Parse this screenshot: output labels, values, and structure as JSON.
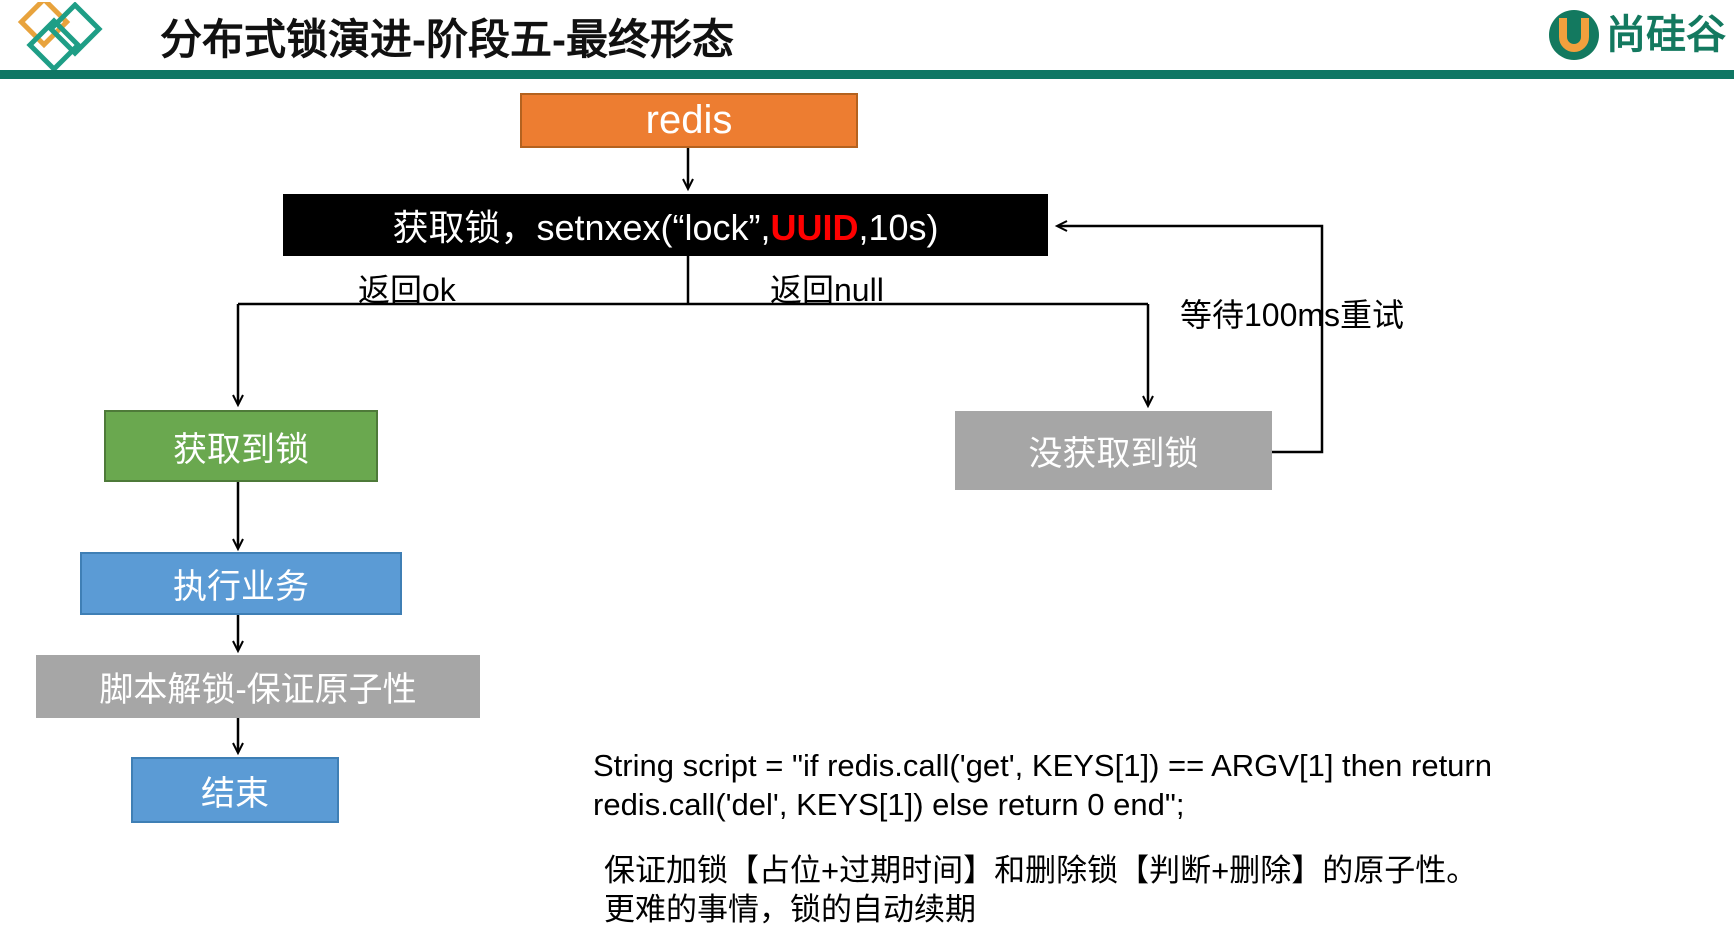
{
  "header": {
    "title": "分布式锁演进-阶段五-最终形态",
    "logo_text": "尚硅谷",
    "logo_letter": "U",
    "accent_color": "#0f7764",
    "logo_green": "#13795f",
    "logo_orange": "#F2A03D",
    "mark_orange": "#E8A33D",
    "mark_teal": "#1E9E86"
  },
  "nodes": {
    "redis": {
      "label": "redis",
      "fill": "#ED7D31"
    },
    "acquire": {
      "prefix": "获取锁，setnxex(“lock”,",
      "highlight": "UUID",
      "suffix": ",10s)",
      "fill": "#000000",
      "highlight_color": "#FF0000"
    },
    "got_lock": {
      "label": "获取到锁",
      "fill": "#6AA84F"
    },
    "run_business": {
      "label": "执行业务",
      "fill": "#5B9BD5"
    },
    "script_unlock": {
      "label": "脚本解锁-保证原子性",
      "fill": "#A6A6A6"
    },
    "end": {
      "label": "结束",
      "fill": "#5B9BD5"
    },
    "no_lock": {
      "label": "没获取到锁",
      "fill": "#A6A6A6"
    }
  },
  "edges": {
    "return_ok": "返回ok",
    "return_null": "返回null",
    "retry": "等待100ms重试"
  },
  "notes": {
    "script_line1": "String script = \"if redis.call('get', KEYS[1]) == ARGV[1] then return",
    "script_line2": "redis.call('del', KEYS[1]) else return 0 end\";",
    "summary_line1": "保证加锁【占位+过期时间】和删除锁【判断+删除】的原子性。",
    "summary_line2": "更难的事情，锁的自动续期"
  }
}
